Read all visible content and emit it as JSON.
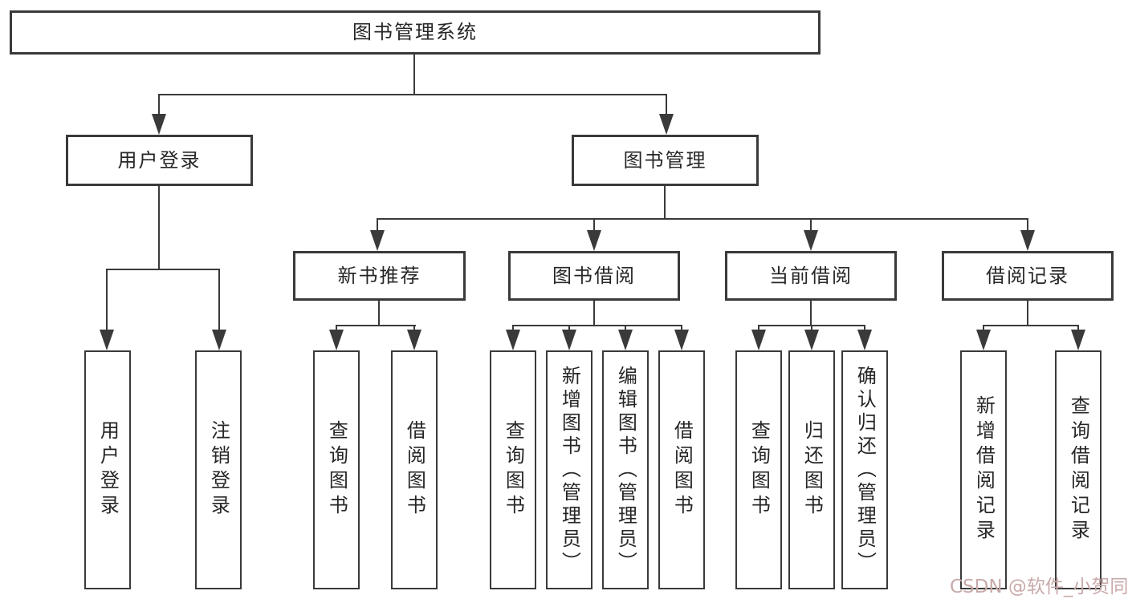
{
  "tree": {
    "root": {
      "label": "图书管理系统"
    },
    "branches": [
      {
        "label": "用户登录",
        "children": [
          {
            "label": "用户登录"
          },
          {
            "label": "注销登录"
          }
        ]
      },
      {
        "label": "图书管理",
        "sections": [
          {
            "label": "新书推荐",
            "children": [
              {
                "label": "查询图书"
              },
              {
                "label": "借阅图书"
              }
            ]
          },
          {
            "label": "图书借阅",
            "children": [
              {
                "label": "查询图书"
              },
              {
                "label": "新增图书（管理员）"
              },
              {
                "label": "编辑图书（管理员）"
              },
              {
                "label": "借阅图书"
              }
            ]
          },
          {
            "label": "当前借阅",
            "children": [
              {
                "label": "查询图书"
              },
              {
                "label": "归还图书"
              },
              {
                "label": "确认归还（管理员）"
              }
            ]
          },
          {
            "label": "借阅记录",
            "children": [
              {
                "label": "新增借阅记录"
              },
              {
                "label": "查询借阅记录"
              }
            ]
          }
        ]
      }
    ]
  },
  "watermark": {
    "text": "CSDN @软件_小贺同学"
  },
  "colors": {
    "line": "#3a3a3a",
    "text": "#262626",
    "box_fill": "#ffffff",
    "background": "#ffffff",
    "watermark": "#c9a9a9"
  }
}
